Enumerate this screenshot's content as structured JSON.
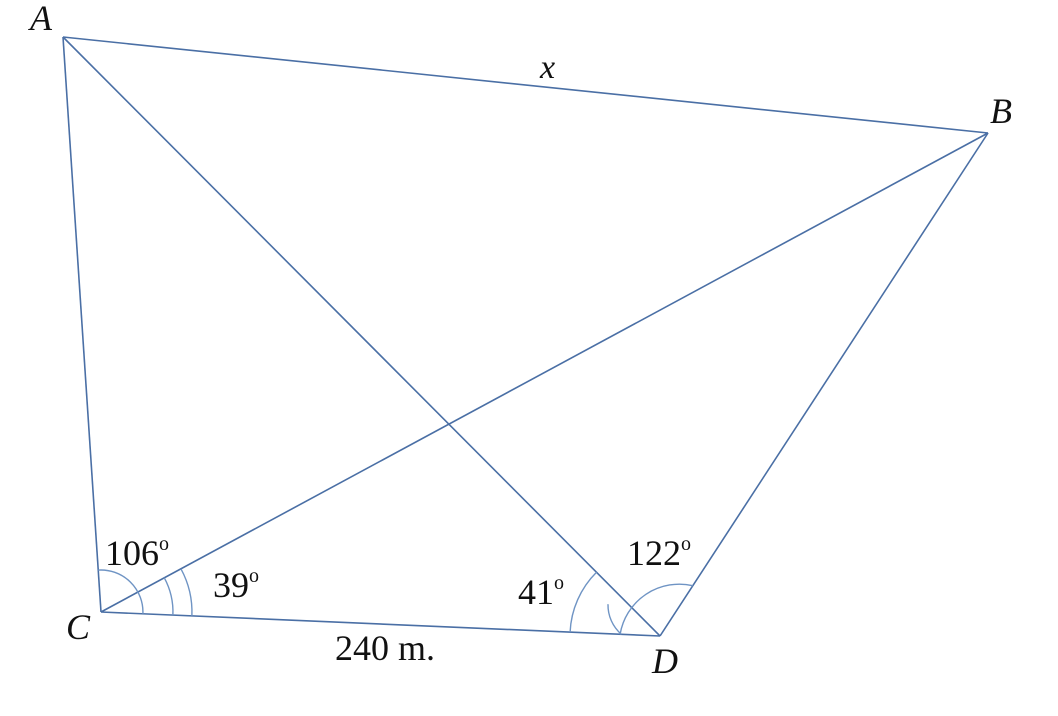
{
  "vertices": {
    "A": "A",
    "B": "B",
    "C": "C",
    "D": "D"
  },
  "sides": {
    "AB": "x",
    "CD": "240 m."
  },
  "angles": {
    "ACD": "106",
    "BCD": "39",
    "ADC": "41",
    "BDC": "122",
    "degree_symbol": "o"
  },
  "colors": {
    "lines": "#4a6fa5",
    "arcs": "#6f94c4",
    "text": "#111111"
  }
}
